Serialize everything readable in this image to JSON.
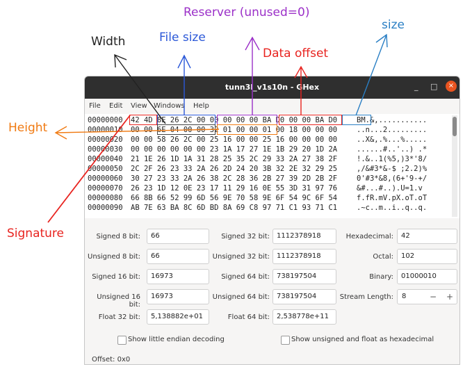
{
  "annotations": {
    "reserved": "Reserver (unused=0)",
    "width": "Width",
    "file_size": "File size",
    "data_offset": "Data offset",
    "size": "size",
    "height": "Height",
    "signature": "Signature",
    "colors": {
      "purple": "#9b30c8",
      "blue": "#2b58d8",
      "red": "#e8231f",
      "orange": "#f07a12",
      "teal": "#2a7fc4",
      "black": "#222222"
    }
  },
  "window": {
    "title": "tunn3l_v1s10n - GHex",
    "minimize": "_",
    "maximize": "□",
    "close": "×"
  },
  "menu": [
    "File",
    "Edit",
    "View",
    "Windows",
    "Help"
  ],
  "hex_rows": [
    {
      "offset": "00000000",
      "bytes": "42 4D 8E 26 2C 00 00 00 00 00 BA D0 00 00 BA D0",
      "ascii": "BM.&,..........."
    },
    {
      "offset": "00000010",
      "bytes": "00 00 6E 04 00 00 32 01 00 00 01 00 18 00 00 00",
      "ascii": "..n...2........."
    },
    {
      "offset": "00000020",
      "bytes": "00 00 58 26 2C 00 25 16 00 00 25 16 00 00 00 00",
      "ascii": "..X&,.%...%....."
    },
    {
      "offset": "00000030",
      "bytes": "00 00 00 00 00 00 23 1A 17 27 1E 1B 29 20 1D 2A",
      "ascii": "......#..'..) .*"
    },
    {
      "offset": "00000040",
      "bytes": "21 1E 26 1D 1A 31 28 25 35 2C 29 33 2A 27 38 2F",
      "ascii": "!.&..1(%5,)3*'8/"
    },
    {
      "offset": "00000050",
      "bytes": "2C 2F 26 23 33 2A 26 2D 24 20 3B 32 2E 32 29 25",
      "ascii": ",/&#3*&-$ ;2.2)%"
    },
    {
      "offset": "00000060",
      "bytes": "30 27 23 33 2A 26 38 2C 28 36 2B 27 39 2D 2B 2F",
      "ascii": "0'#3*&8,(6+'9-+/"
    },
    {
      "offset": "00000070",
      "bytes": "26 23 1D 12 0E 23 17 11 29 16 0E 55 3D 31 97 76",
      "ascii": "&#...#..).U=1.v"
    },
    {
      "offset": "00000080",
      "bytes": "66 8B 66 52 99 6D 56 9E 70 58 9E 6F 54 9C 6F 54",
      "ascii": "f.fR.mV.pX.oT.oT"
    },
    {
      "offset": "00000090",
      "bytes": "AB 7E 63 BA 8C 6D BD 8A 69 C8 97 71 C1 93 71 C1",
      "ascii": ".~c..m..i..q..q."
    }
  ],
  "fields": {
    "signed8_label": "Signed 8 bit:",
    "signed8": "66",
    "unsigned8_label": "Unsigned 8 bit:",
    "unsigned8": "66",
    "signed16_label": "Signed 16 bit:",
    "signed16": "16973",
    "unsigned16_label": "Unsigned 16 bit:",
    "unsigned16": "16973",
    "float32_label": "Float 32 bit:",
    "float32": "5,138882e+01",
    "signed32_label": "Signed 32 bit:",
    "signed32": "1112378918",
    "unsigned32_label": "Unsigned 32 bit:",
    "unsigned32": "1112378918",
    "signed64_label": "Signed 64 bit:",
    "signed64": "738197504",
    "unsigned64_label": "Unsigned 64 bit:",
    "unsigned64": "738197504",
    "float64_label": "Float 64 bit:",
    "float64": "2,538778e+11",
    "hex_label": "Hexadecimal:",
    "hex": "42",
    "octal_label": "Octal:",
    "octal": "102",
    "binary_label": "Binary:",
    "binary": "01000010",
    "stream_label": "Stream Length:",
    "stream": "8",
    "minus": "−",
    "plus": "+"
  },
  "checkboxes": {
    "little_endian": "Show little endian decoding",
    "unsigned_hex": "Show unsigned and float as hexadecimal"
  },
  "status": "Offset: 0x0"
}
